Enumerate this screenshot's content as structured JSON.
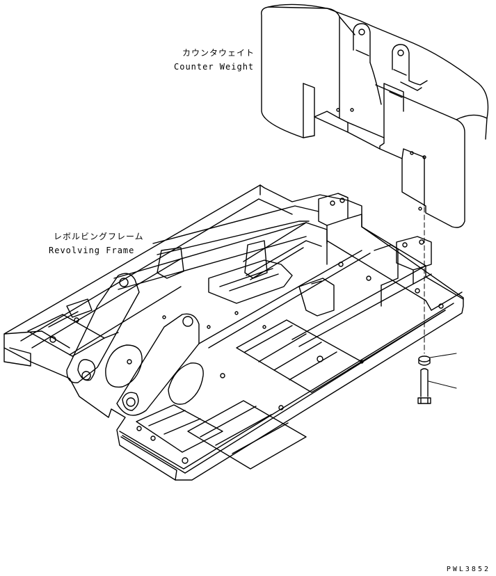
{
  "labels": {
    "counter_weight_jp": "カウンタウェイト",
    "counter_weight_en": "Counter Weight",
    "revolving_frame_jp": "レボルビングフレーム",
    "revolving_frame_en": "Revolving Frame",
    "drawing_code": "PWL3852"
  },
  "colors": {
    "line": "#000000",
    "background": "#ffffff"
  }
}
